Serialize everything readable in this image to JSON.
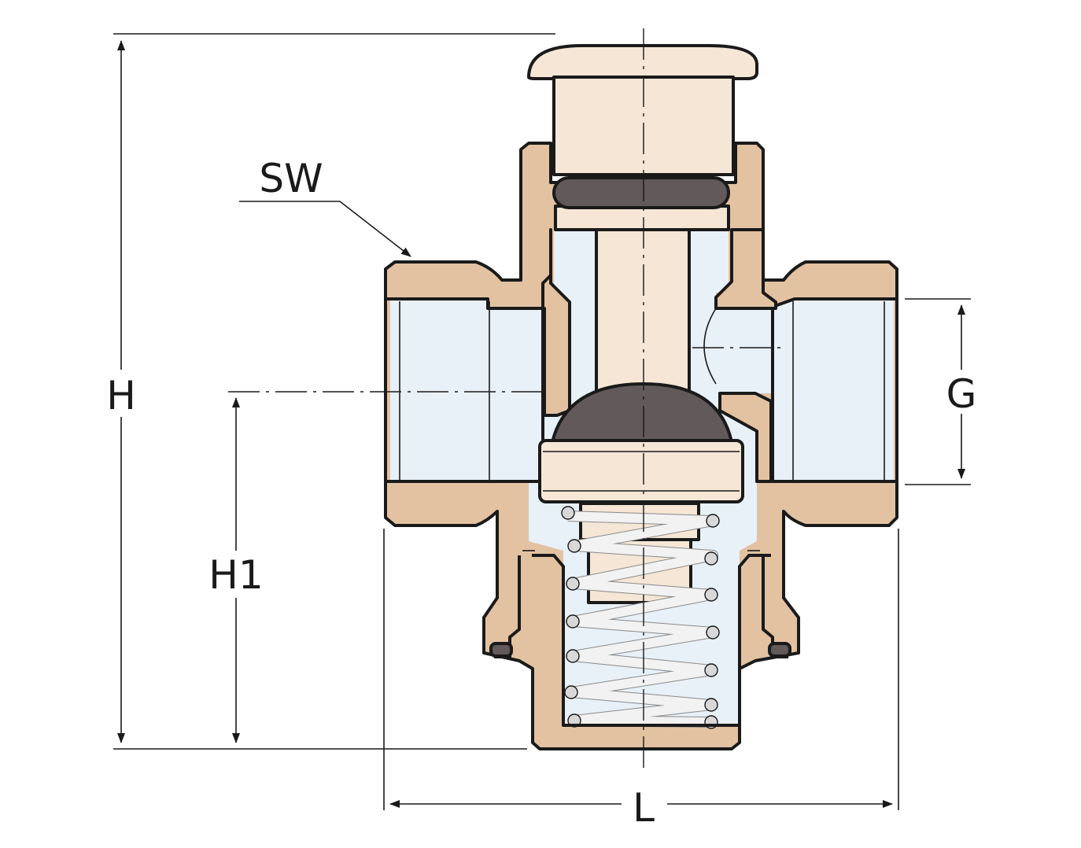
{
  "labels": {
    "sw": "SW",
    "h": "H",
    "h1": "H1",
    "g": "G",
    "l": "L"
  },
  "colors": {
    "body": "#e3c2a2",
    "cap": "#f5e6d6",
    "cavity": "#e8f0f8",
    "seal": "#625a5a",
    "spring": "#f2f2f2",
    "outline": "#1a1a1a"
  }
}
